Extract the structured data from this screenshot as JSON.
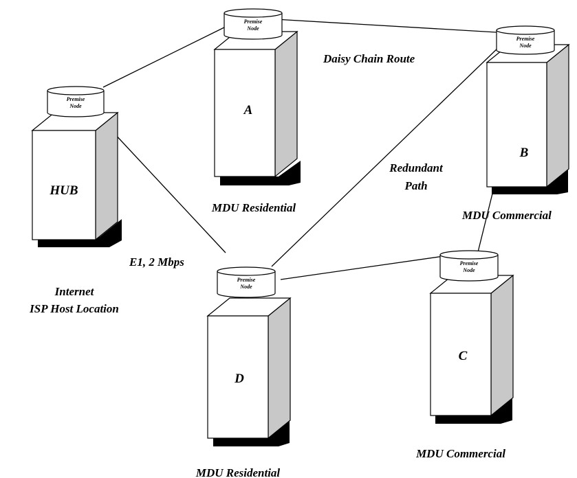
{
  "diagram": {
    "node_label": [
      "Premise",
      "Node"
    ],
    "buildings": {
      "hub": {
        "name": "HUB",
        "caption": [
          "Internet",
          "ISP Host Location"
        ]
      },
      "a": {
        "name": "A",
        "caption": [
          "MDU Residential"
        ]
      },
      "b": {
        "name": "B",
        "caption": [
          "MDU Commercial"
        ]
      },
      "c": {
        "name": "C",
        "caption": [
          "MDU Commercial"
        ]
      },
      "d": {
        "name": "D",
        "caption": [
          "MDU Residential"
        ]
      }
    },
    "link_labels": {
      "daisy_chain": "Daisy Chain Route",
      "redundant": [
        "Redundant",
        "Path"
      ],
      "e1": "E1, 2 Mbps"
    }
  }
}
